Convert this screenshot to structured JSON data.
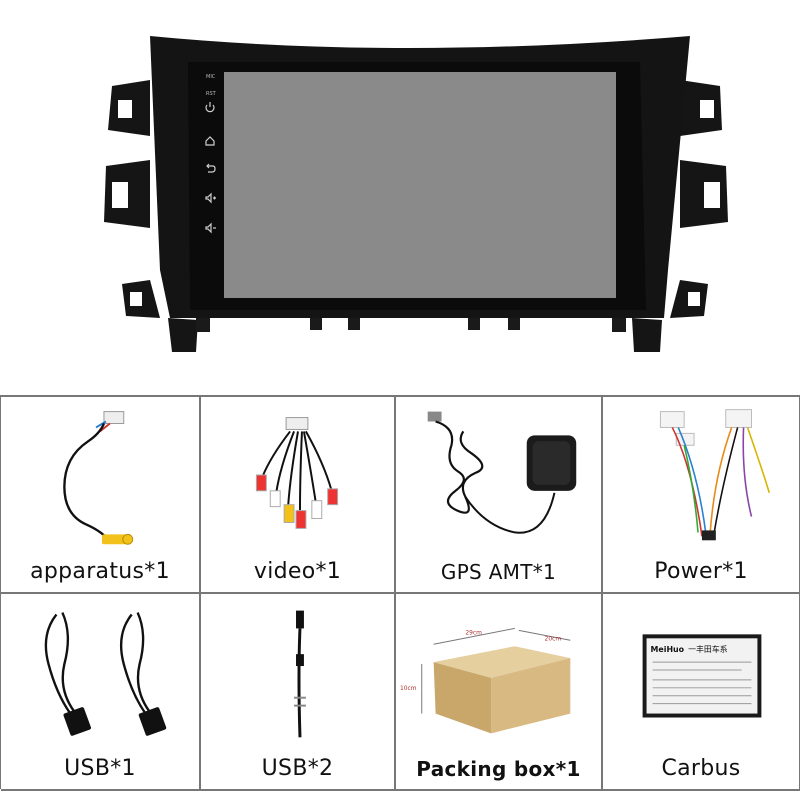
{
  "head_unit": {
    "side_buttons": {
      "mic": "MIC",
      "rst": "RST"
    },
    "icons": [
      "power-icon",
      "home-icon",
      "back-icon",
      "volume-up-icon",
      "volume-down-icon"
    ],
    "screen_color": "#8a8a8a",
    "bezel_color": "#111111"
  },
  "accessories": [
    {
      "label": "apparatus*1",
      "icon": "camera-cable-icon"
    },
    {
      "label": "video*1",
      "icon": "rca-video-cable-icon"
    },
    {
      "label": "GPS AMT*1",
      "icon": "gps-antenna-icon"
    },
    {
      "label": "Power*1",
      "icon": "power-harness-icon"
    },
    {
      "label": "USB*1",
      "icon": "usb-cables-icon"
    },
    {
      "label": "USB*2",
      "icon": "usb-extension-icon"
    },
    {
      "label": "Packing box*1",
      "icon": "packing-box-icon"
    },
    {
      "label": "Carbus",
      "icon": "canbus-box-icon"
    }
  ],
  "box_dims": {
    "w": "29cm",
    "d": "20cm",
    "h": "10cm"
  },
  "canbus": {
    "brand": "MeiHuo",
    "title": "一丰田车系"
  }
}
